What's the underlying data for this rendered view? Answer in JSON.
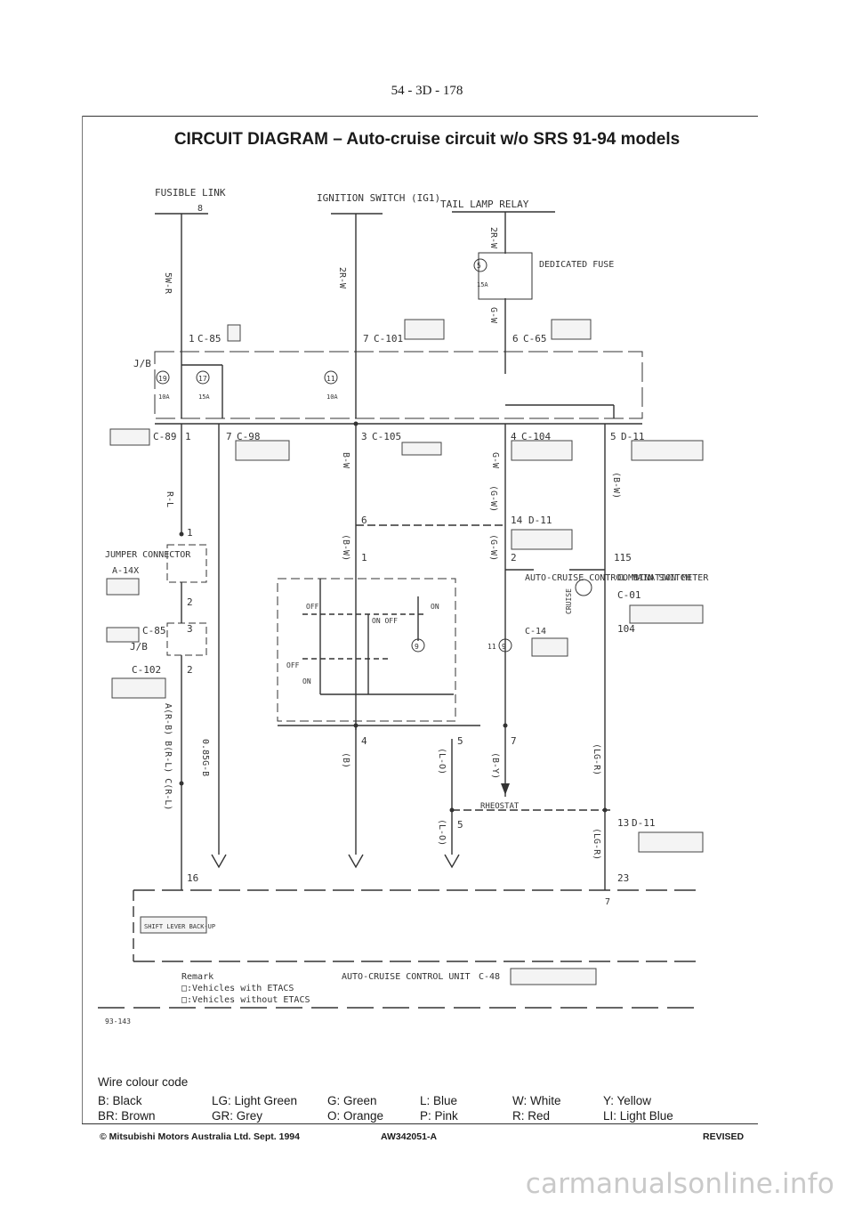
{
  "page": {
    "number": "54 - 3D - 178",
    "title": "CIRCUIT DIAGRAM – Auto-cruise circuit w/o SRS 91-94 models"
  },
  "diagram": {
    "feeds": [
      {
        "label": "FUSIBLE LINK",
        "ref": "8"
      },
      {
        "label": "IGNITION SWITCH (IG1)"
      },
      {
        "label": "TAIL LAMP RELAY"
      }
    ],
    "wires": [
      "5W-R",
      "2R-W",
      "2R-W",
      "G-W",
      "G-W",
      "R-L",
      "R-L",
      "B-W",
      "B-W",
      "(B-W)",
      "(B-W)",
      "(G-W)",
      "(G-W)",
      "(B-W)",
      "B-W",
      "(B)",
      "(L-O)",
      "(B-Y)",
      "(LG-R)",
      "(L-O)",
      "(LG-R)",
      "0.85G-B",
      "A(R-B) B(R-L) C(R-L)"
    ],
    "connectors": [
      "C-85",
      "C-101",
      "C-65",
      "C-89",
      "C-98",
      "C-105",
      "C-104",
      "D-11",
      "C-89",
      "A-14X",
      "C-85",
      "C-102",
      "C-01",
      "D-11",
      "C-48"
    ],
    "pins": [
      "1",
      "7",
      "6",
      "1",
      "7",
      "3",
      "4",
      "5",
      "6",
      "14",
      "1",
      "1",
      "2",
      "2",
      "3",
      "2",
      "115",
      "104",
      "4",
      "5",
      "7",
      "5",
      "13",
      "23",
      "16",
      "9",
      "11",
      "9",
      "7"
    ],
    "fuses": [
      {
        "num": "19",
        "amps": "10A"
      },
      {
        "num": "17",
        "amps": "15A"
      },
      {
        "num": "11",
        "amps": "10A"
      },
      {
        "num": "5",
        "amps": "15A"
      }
    ],
    "labels": {
      "jb": "J/B",
      "jb2": "J/B",
      "dedicated_fuse": "DEDICATED FUSE",
      "jumper_connector": "JUMPER CONNECTOR",
      "auto_cruise_switch": "AUTO-CRUISE CONTROL MAIN SWITCH",
      "switch_ref": "C-14",
      "combination_meter": "COMBINATION METER",
      "cruise": "CRUISE",
      "rheostat": "RHEOSTAT",
      "shift_lever": "SHIFT LEVER BACK-UP",
      "control_unit": "AUTO-CRUISE CONTROL UNIT",
      "off": "OFF",
      "on": "ON",
      "off_on": "ON OFF",
      "remark_title": "Remark",
      "remark_1": "□:Vehicles with ETACS",
      "remark_2": "□:Vehicles without ETACS",
      "small_code": "93-143"
    }
  },
  "legend": {
    "heading": "Wire colour code",
    "rows": [
      [
        "B: Black",
        "LG: Light Green",
        "G: Green",
        "L: Blue",
        "W: White",
        "Y: Yellow"
      ],
      [
        "BR: Brown",
        "GR: Grey",
        "O: Orange",
        "P: Pink",
        "R: Red",
        "LI: Light Blue"
      ]
    ]
  },
  "footer": {
    "copyright": "© Mitsubishi Motors Australia Ltd. Sept. 1994",
    "doc_code": "AW342051-A",
    "status": "REVISED"
  },
  "watermark": "carmanualsonline.info"
}
